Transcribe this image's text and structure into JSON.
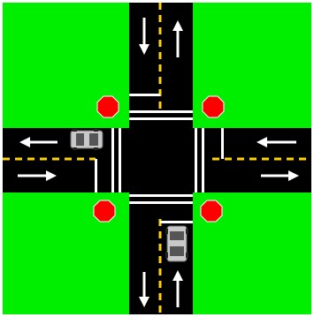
{
  "scene": {
    "type": "four-way stop intersection (top-down)",
    "colors": {
      "grass": "#00ee00",
      "road": "#000000",
      "centerline": "#ffd400",
      "lane_marking": "#ffffff",
      "stop_sign": "#ff0000",
      "car_body": "#c8c8c8"
    }
  },
  "roads": [
    {
      "name": "north-road",
      "direction": "vertical",
      "lane_arrows": [
        "down",
        "up"
      ]
    },
    {
      "name": "south-road",
      "direction": "vertical",
      "lane_arrows": [
        "down",
        "up"
      ]
    },
    {
      "name": "west-road",
      "direction": "horizontal",
      "lane_arrows": [
        "left",
        "right"
      ]
    },
    {
      "name": "east-road",
      "direction": "horizontal",
      "lane_arrows": [
        "left",
        "right"
      ]
    }
  ],
  "stop_signs": [
    {
      "corner": "northwest"
    },
    {
      "corner": "northeast"
    },
    {
      "corner": "southwest"
    },
    {
      "corner": "southeast"
    }
  ],
  "vehicles": [
    {
      "name": "car-west",
      "heading": "east",
      "lane": "westbound-top"
    },
    {
      "name": "car-south",
      "heading": "north",
      "lane": "southbound-right"
    }
  ]
}
